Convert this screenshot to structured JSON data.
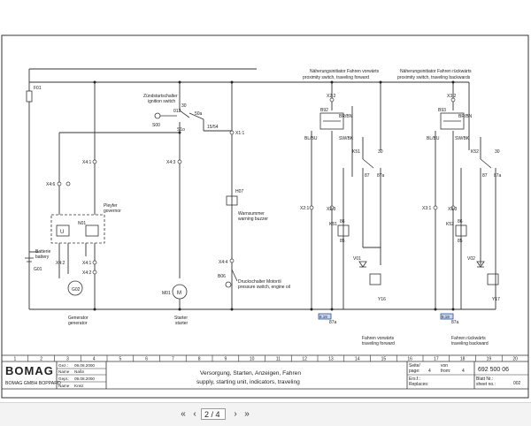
{
  "header": {
    "proximity_fwd_de": "Näherungsinitiator Fahren vorwärts",
    "proximity_fwd_en": "proximity switch, traveling forward",
    "proximity_bwd_de": "Näherungsinitiator Fahren rückwärts",
    "proximity_bwd_en": "proximity switch, traveling backwards"
  },
  "labels": {
    "F01": "F01",
    "ignition_de": "Zündstartschalter",
    "ignition_en": "ignition switch",
    "S00": "S00",
    "S10": "S1o",
    "n012": "012",
    "n30": "30",
    "n50a": "50a",
    "n15_54": "15/54",
    "X11": "X1:1",
    "X41": "X4:1",
    "X43": "X4:3",
    "X44": "X4:4",
    "X46": "X4:6",
    "X41b": "X4:1",
    "X42": "X4:2",
    "X42b": "X4:2",
    "pleyfer_de": "Pleyfer",
    "pleyfer_en": "governor",
    "N01": "N01",
    "U": "U",
    "batt_de": "Batterie",
    "batt_en": "battery",
    "G01": "G01",
    "G02": "G02",
    "gen_de": "Generator",
    "gen_en": "generator",
    "starter_de": "Starter",
    "starter_en": "starter",
    "M01": "M01",
    "H07": "H07",
    "buzzer_de": "Warnsummer",
    "buzzer_en": "warning buzzer",
    "B06": "B06",
    "oil_de": "Druckschalter Motoröl",
    "oil_en": "pressure switch, engine oil",
    "X22": "X2:2",
    "B92": "B92",
    "BRBN_1": "BR/BN",
    "BLBU_1": "BL/BU",
    "SWBK_1": "SW/BK",
    "K51": "K51",
    "n87": "87",
    "n87a": "87a",
    "n30b": "30",
    "n86": "86",
    "n85": "85",
    "X21": "X2:1",
    "X23": "X2:3",
    "V01": "V01",
    "Y16": "Y16",
    "fwd_de": "Fahren vorwärts",
    "fwd_en": "traveling forward",
    "X32": "X3:2",
    "B93": "B93",
    "BRBN_2": "BR/BN",
    "BLBU_2": "BL/BU",
    "SWBK_2": "SW/BK",
    "K52": "K52",
    "X31": "X3:1",
    "X33": "X3:3",
    "V02": "V02",
    "Y17": "Y17",
    "bwd_de": "Fahren rückwärts",
    "bwd_en": "traveling backward",
    "ref_fwd": "8.19",
    "ref_bwd": "8.19"
  },
  "columns": [
    "1",
    "2",
    "3",
    "4",
    "5",
    "6",
    "7",
    "8",
    "9",
    "10",
    "11",
    "12",
    "13",
    "14",
    "15",
    "16",
    "17",
    "18",
    "19",
    "20"
  ],
  "titleblock": {
    "logo": "BOMAG",
    "company": "BOMAG GMBH BOPPARD",
    "rows": [
      {
        "k": "Gez.:",
        "v": "09.08.2000"
      },
      {
        "k": "Name",
        "v": "Naßn"
      },
      {
        "k": "Gepr.:",
        "v": "09.08.2000"
      },
      {
        "k": "Name",
        "v": "Kreiz"
      }
    ],
    "title_de": "Versorgung, Starten, Anzeigen, Fahren",
    "title_en": "supply, starting unit, indicators, traveling",
    "seite_label": "Seite/",
    "page_label": "page:",
    "page_value": "4",
    "von_label": "von",
    "from_label": "from:",
    "from_value": "4",
    "ers_label": "Ers.f.:",
    "replaces_label": "Replaces:",
    "docno": "692 500 06",
    "blatt_label": "Blatt Nr.:",
    "sheet_label": "sheet no.:",
    "sheet_value": "002"
  },
  "viewer": {
    "first": "«",
    "prev": "‹",
    "page_value": "2 / 4",
    "next": "›",
    "last": "»"
  }
}
